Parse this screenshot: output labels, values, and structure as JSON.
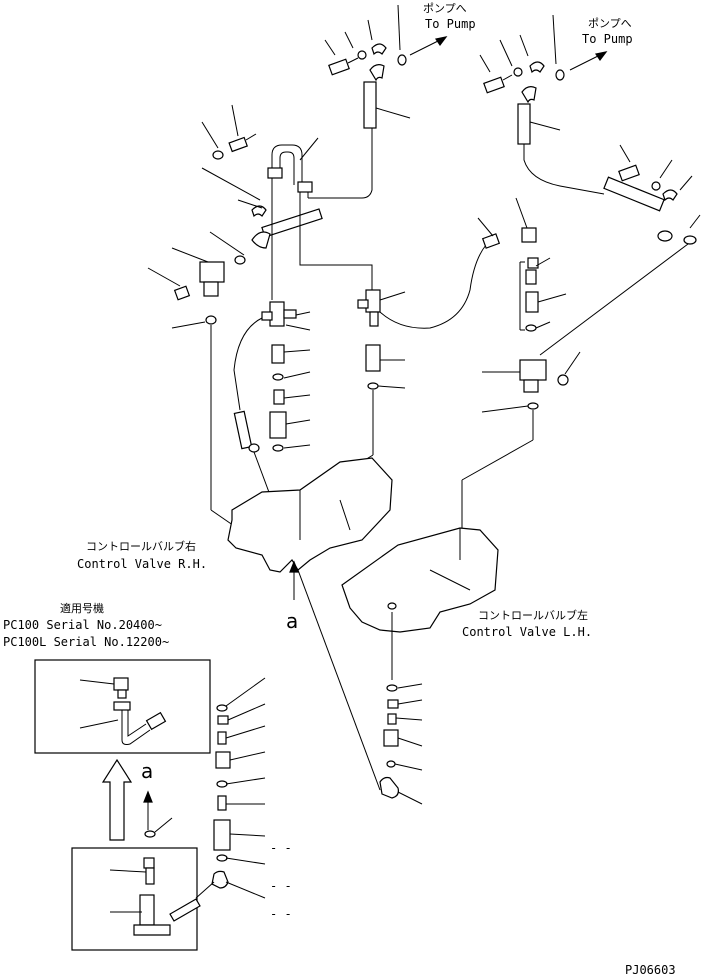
{
  "labels": {
    "to_pump_left_jp": "ポンプへ",
    "to_pump_left_en": "To Pump",
    "to_pump_right_jp": "ポンプへ",
    "to_pump_right_en": "To Pump",
    "cv_rh_jp": "コントロールバルブ右",
    "cv_rh_en": "Control Valve R.H.",
    "cv_lh_jp": "コントロールバルブ左",
    "cv_lh_en": "Control Valve L.H.",
    "view_a_main": "a",
    "view_a_inset": "a",
    "applicable_title": "適用号機",
    "serial_1": "PC100  Serial No.20400~",
    "serial_2": "PC100L Serial No.12200~",
    "drawing_code": "PJ06603",
    "dash_1": "- -",
    "dash_2": "- -",
    "dash_3": "- -"
  }
}
